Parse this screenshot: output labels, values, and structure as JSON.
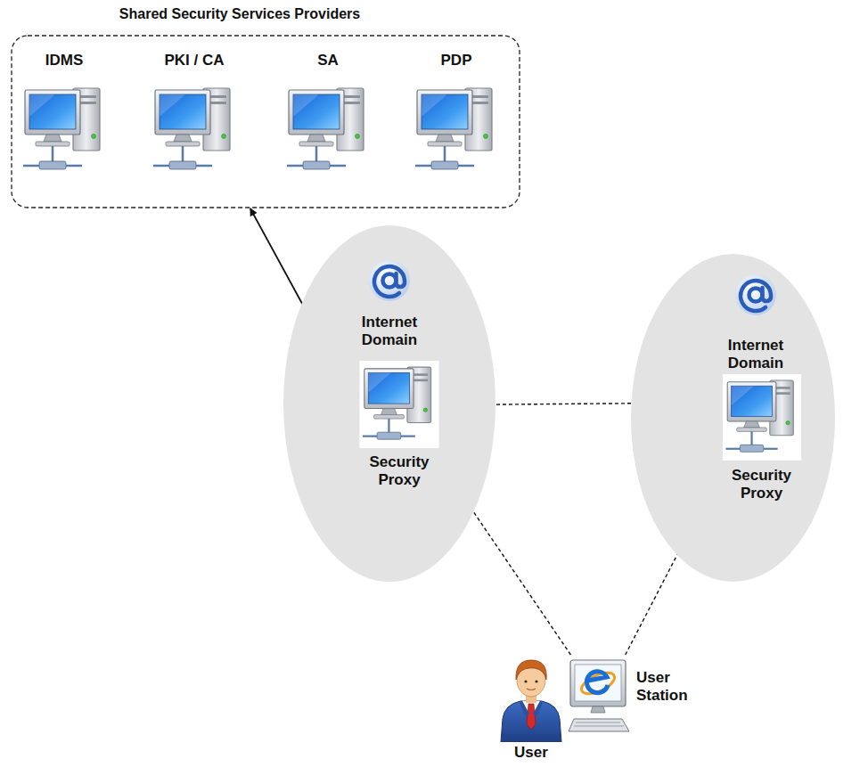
{
  "diagram": {
    "nodes": [
      {
        "text": [
          "Shared Security Services Providers"
        ]
      },
      {
        "text": [
          "IDMS"
        ],
        "in": 0
      },
      {
        "text": [
          "PKI / CA"
        ],
        "in": 0
      },
      {
        "text": [
          "SA"
        ],
        "in": 0
      },
      {
        "text": [
          "PDP"
        ],
        "in": 0
      },
      {
        "text": [
          "Internet Domain"
        ]
      },
      {
        "text": [
          "Security Proxy"
        ],
        "in": 5
      },
      {
        "text": [
          "Internet Domain"
        ]
      },
      {
        "text": [
          "Security Proxy"
        ],
        "in": 7
      },
      {
        "text": [
          "User"
        ]
      },
      {
        "text": [
          "User Station"
        ]
      }
    ],
    "edges": [
      {
        "from": 6,
        "to": 0,
        "arrow": "to"
      },
      {
        "from": 6,
        "to": 8,
        "arrow": "both"
      },
      {
        "from": 10,
        "to": 6,
        "arrow": "to"
      },
      {
        "from": 10,
        "to": 8,
        "arrow": "to"
      }
    ]
  }
}
